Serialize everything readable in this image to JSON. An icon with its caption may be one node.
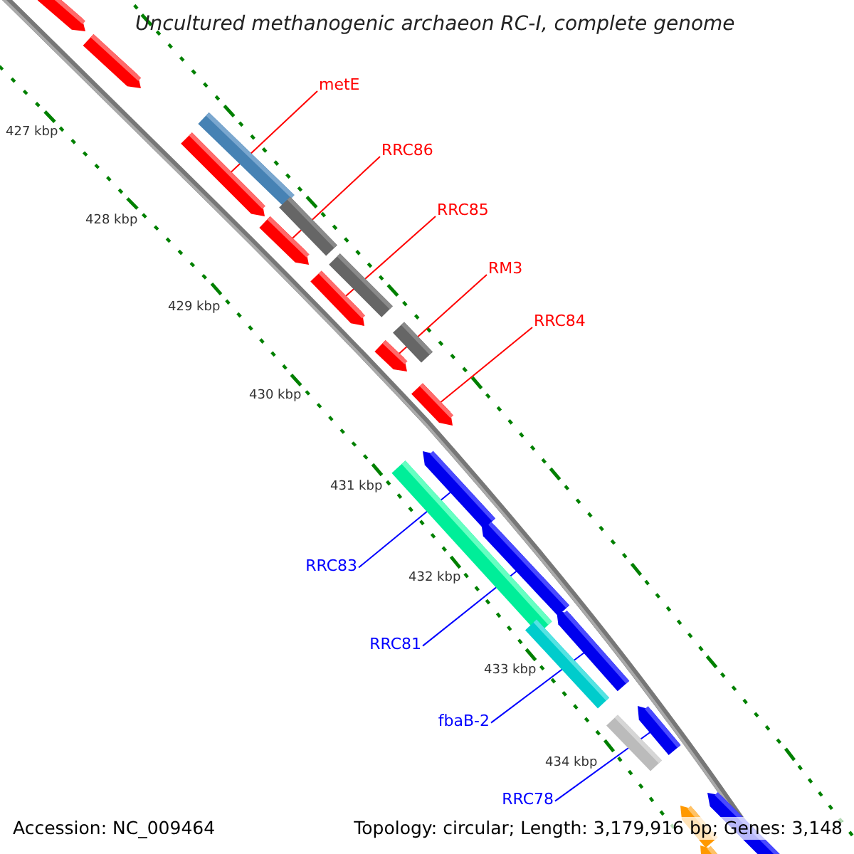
{
  "diagram": {
    "title": "Uncultured methanogenic archaeon RC-I, complete genome",
    "nodes": [
      {
        "text": [
          "metE"
        ]
      },
      {
        "text": [
          "RRC86"
        ]
      },
      {
        "text": [
          "RRC85"
        ]
      },
      {
        "text": [
          "RM3"
        ]
      },
      {
        "text": [
          "RRC84"
        ]
      },
      {
        "text": [
          "RRC83"
        ]
      },
      {
        "text": [
          "RRC81"
        ]
      },
      {
        "text": [
          "fbaB-2"
        ]
      },
      {
        "text": [
          "RRC78"
        ]
      },
      {
        "text": [],
        "shape": "bar"
      },
      {
        "text": [],
        "shape": "bar"
      },
      {
        "text": [],
        "shape": "bar"
      },
      {
        "text": [],
        "shape": "bar"
      },
      {
        "text": [],
        "shape": "bar"
      },
      {
        "text": [],
        "shape": "bar"
      },
      {
        "text": [],
        "shape": "bar"
      },
      {
        "text": [],
        "shape": "bar"
      },
      {
        "text": [],
        "shape": "bar"
      },
      {
        "text": [],
        "shape": "bar"
      },
      {
        "text": [],
        "shape": "bar"
      },
      {
        "text": [],
        "shape": "bar"
      },
      {
        "text": [],
        "shape": "bar"
      },
      {
        "text": [],
        "shape": "bar"
      },
      {
        "text": [],
        "shape": "bar"
      },
      {
        "text": [],
        "shape": "bar"
      },
      {
        "text": [],
        "shape": "bar"
      },
      {
        "text": [],
        "shape": "bar"
      },
      {
        "text": [],
        "shape": "bar"
      },
      {
        "text": [],
        "shape": "bar"
      },
      {
        "text": [],
        "shape": "bar"
      }
    ],
    "edges": [
      {
        "from": 0,
        "to": 12,
        "arrow": "none",
        "color": "#ff0000"
      },
      {
        "from": 1,
        "to": 14,
        "arrow": "none",
        "color": "#ff0000"
      },
      {
        "from": 2,
        "to": 16,
        "arrow": "none",
        "color": "#ff0000"
      },
      {
        "from": 3,
        "to": 18,
        "arrow": "none",
        "color": "#ff0000"
      },
      {
        "from": 4,
        "to": 19,
        "arrow": "none",
        "color": "#ff0000"
      },
      {
        "from": 5,
        "to": 20,
        "arrow": "none",
        "color": "#0000ff"
      },
      {
        "from": 6,
        "to": 22,
        "arrow": "none",
        "color": "#0000ff"
      },
      {
        "from": 7,
        "to": 23,
        "arrow": "none",
        "color": "#0000ff"
      },
      {
        "from": 8,
        "to": 25,
        "arrow": "none",
        "color": "#0000ff"
      }
    ],
    "labels": [
      "427 kbp",
      "428 kbp",
      "429 kbp",
      "430 kbp",
      "431 kbp",
      "432 kbp",
      "433 kbp",
      "434 kbp",
      "Accession: NC_009464",
      "Topology: circular; Length: 3,179,916 bp; Genes: 3,148"
    ]
  }
}
